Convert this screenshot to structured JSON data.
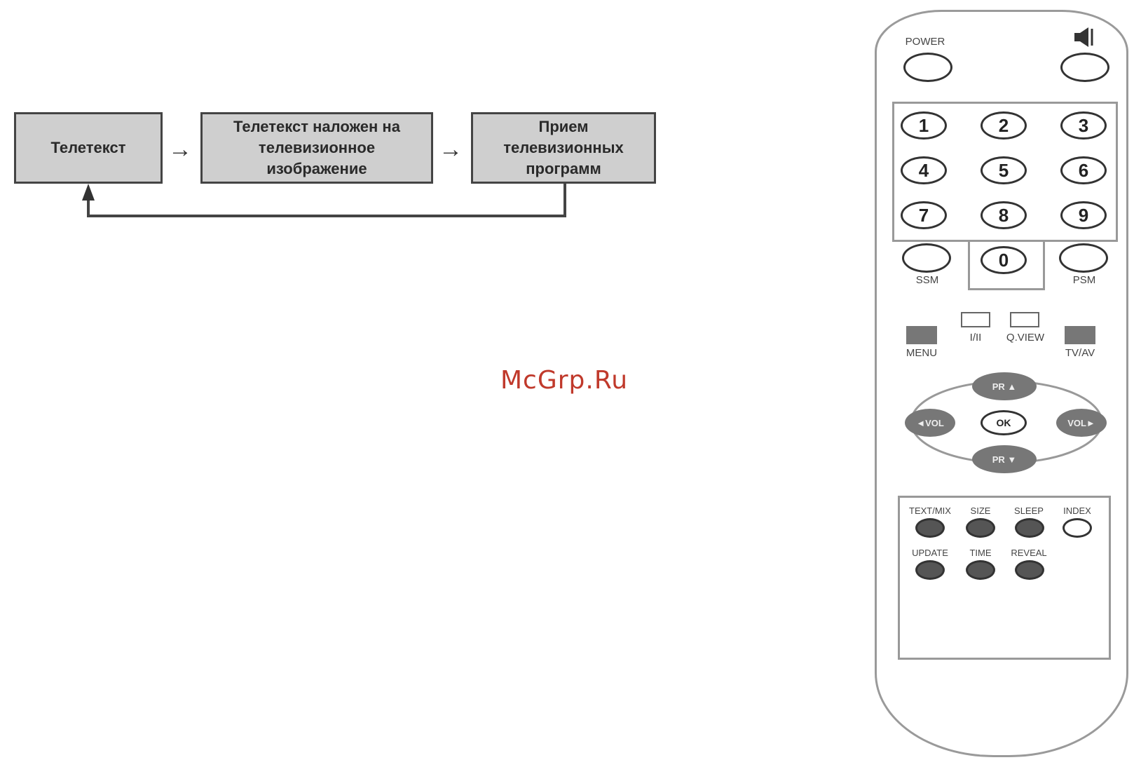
{
  "flow": {
    "box1": "Телетекст",
    "box2": "Телетекст наложен на телевизионное изображение",
    "box3": "Прием телевизионных программ",
    "arrow": "→"
  },
  "watermark": "McGrp.Ru",
  "remote": {
    "power": "POWER",
    "mute_icon": "speaker-mute-icon",
    "digits": [
      "1",
      "2",
      "3",
      "4",
      "5",
      "6",
      "7",
      "8",
      "9",
      "0"
    ],
    "ssm": "SSM",
    "psm": "PSM",
    "menu": "MENU",
    "i_ii": "I/II",
    "qview": "Q.VIEW",
    "tvav": "TV/AV",
    "pr_up": "PR ▲",
    "pr_down": "PR ▼",
    "vol_left": "◄VOL",
    "vol_right": "VOL►",
    "ok": "OK",
    "text_labels": [
      "TEXT/MIX",
      "SIZE",
      "SLEEP",
      "INDEX",
      "UPDATE",
      "TIME",
      "REVEAL"
    ]
  }
}
